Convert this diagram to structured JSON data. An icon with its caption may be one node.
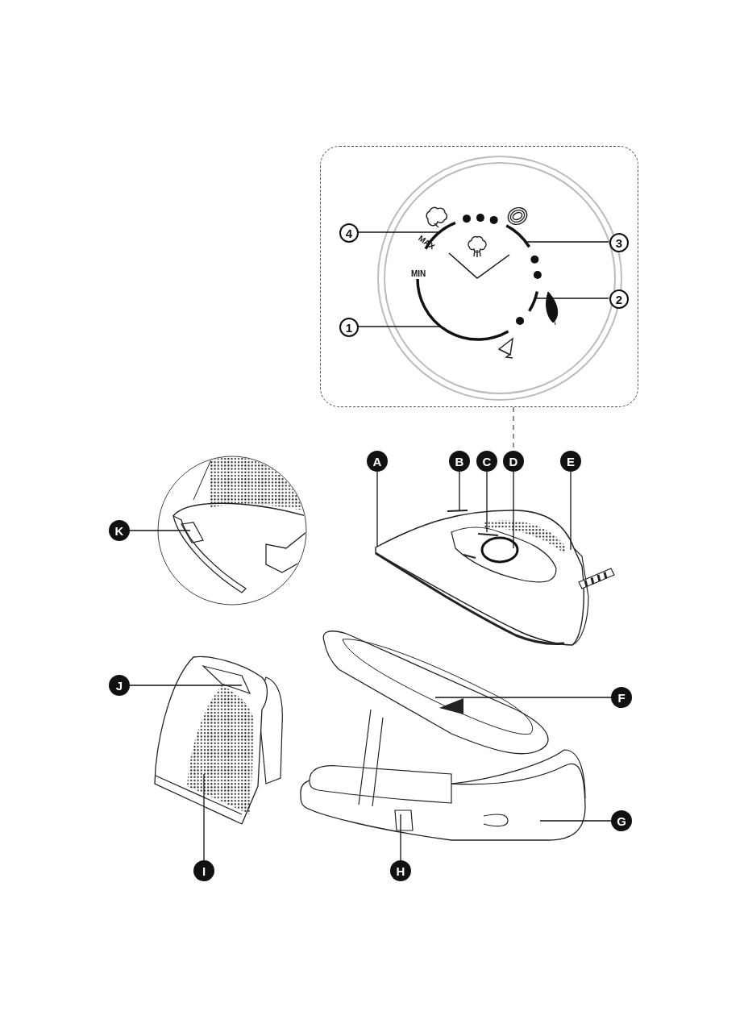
{
  "diagram": {
    "nodes": [
      {
        "text": [],
        "shape": "box"
      },
      {
        "text": [
          "4"
        ],
        "in": 0
      },
      {
        "text": [
          "3"
        ],
        "in": 0
      },
      {
        "text": [
          "2"
        ],
        "in": 0
      },
      {
        "text": [
          "1"
        ],
        "in": 0
      },
      {
        "text": [
          "A"
        ]
      },
      {
        "text": [
          "B"
        ]
      },
      {
        "text": [
          "C"
        ]
      },
      {
        "text": [
          "D"
        ]
      },
      {
        "text": [
          "E"
        ]
      },
      {
        "text": [
          "K"
        ]
      },
      {
        "text": [
          "J"
        ]
      },
      {
        "text": [
          "F"
        ]
      },
      {
        "text": [
          "G"
        ]
      },
      {
        "text": [
          "I"
        ]
      },
      {
        "text": [
          "H"
        ]
      },
      {
        "text": [],
        "shape": "arc",
        "in": 0
      },
      {
        "text": [],
        "shape": "arc",
        "in": 0
      },
      {
        "text": [],
        "shape": "arc",
        "in": 0
      },
      {
        "text": [],
        "shape": "arc",
        "in": 0
      },
      {
        "text": [],
        "shape": "picture"
      },
      {
        "text": [],
        "shape": "picture"
      },
      {
        "text": [],
        "shape": "picture"
      },
      {
        "text": [],
        "shape": "picture"
      }
    ],
    "edges": [
      {
        "from": 0,
        "to": 8,
        "arrow": "none",
        "style": "dashed"
      },
      {
        "from": 1,
        "to": 16,
        "arrow": "none"
      },
      {
        "from": 2,
        "to": 17,
        "arrow": "none"
      },
      {
        "from": 3,
        "to": 18,
        "arrow": "none"
      },
      {
        "from": 4,
        "to": 19,
        "arrow": "none"
      },
      {
        "from": 5,
        "to": 21,
        "arrow": "none"
      },
      {
        "from": 6,
        "to": 21,
        "arrow": "none"
      },
      {
        "from": 7,
        "to": 21,
        "arrow": "none"
      },
      {
        "from": 8,
        "to": 21,
        "arrow": "none"
      },
      {
        "from": 9,
        "to": 21,
        "arrow": "none"
      },
      {
        "from": 10,
        "to": 20,
        "arrow": "none"
      },
      {
        "from": 11,
        "to": 22,
        "arrow": "none"
      },
      {
        "from": 12,
        "to": 23,
        "arrow": "none"
      },
      {
        "from": 13,
        "to": 23,
        "arrow": "none"
      },
      {
        "from": 14,
        "to": 22,
        "arrow": "none"
      },
      {
        "from": 15,
        "to": 23,
        "arrow": "none"
      }
    ],
    "labels": [
      "MAX",
      "MIN"
    ]
  }
}
